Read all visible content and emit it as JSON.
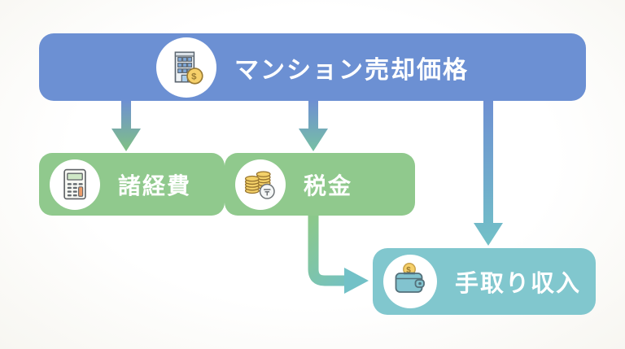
{
  "diagram": {
    "root": {
      "label": "マンション売却価格",
      "icon": "building-coin-icon",
      "color": "#6c90d3"
    },
    "nodes": [
      {
        "id": "expenses",
        "label": "諸経費",
        "icon": "calculator-icon",
        "color": "#90c98d"
      },
      {
        "id": "tax",
        "label": "税金",
        "icon": "coin-stack-icon",
        "color": "#90c98d"
      },
      {
        "id": "net-income",
        "label": "手取り収入",
        "icon": "wallet-icon",
        "color": "#81c7ce"
      }
    ],
    "edges": [
      {
        "from": "マンション売却価格",
        "to": "諸経費",
        "style": "blue-to-green"
      },
      {
        "from": "マンション売却価格",
        "to": "税金",
        "style": "blue-to-teal-green"
      },
      {
        "from": "マンション売却価格",
        "to": "手取り収入",
        "style": "blue-to-teal"
      },
      {
        "from": "税金",
        "to": "手取り収入",
        "style": "green-to-teal"
      }
    ],
    "palette": {
      "root_blue": "#6c90d3",
      "node_green": "#90c98d",
      "node_teal": "#81c7ce",
      "arrow_blue": "#6e90d2",
      "arrow_green": "#84c487",
      "arrow_teal": "#72c1c7",
      "coin_gold": "#f6d06a",
      "text_white": "#ffffff"
    }
  }
}
